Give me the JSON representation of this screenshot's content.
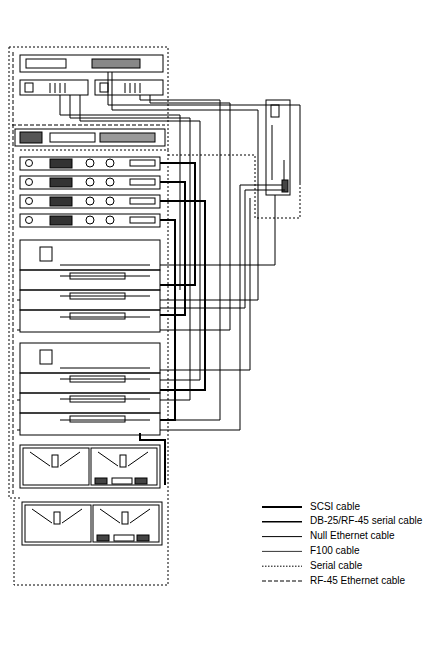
{
  "diagram": {
    "legend": [
      {
        "text": "SCSI cable"
      },
      {
        "text": "DB-25/RF-45 serial cable"
      },
      {
        "text": "Null Ethernet cable"
      },
      {
        "text": "F100 cable"
      },
      {
        "text": "Serial cable"
      },
      {
        "text": "RF-45 Ethernet cable"
      }
    ]
  }
}
